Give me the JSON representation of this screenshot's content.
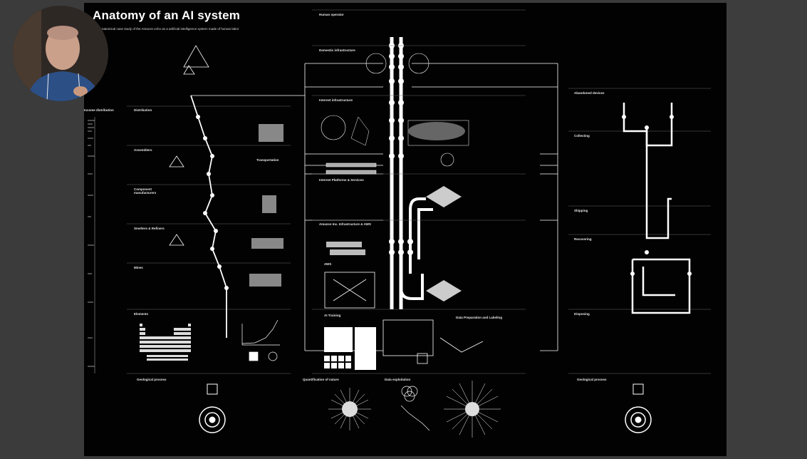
{
  "poster": {
    "title": "Anatomy of an AI system",
    "subtitle": "Anatomical case study of the Amazon echo as a artificial intelligence system made of human labor"
  },
  "sections": {
    "human_operator": "Human operator",
    "domestic_infrastructure": "Domestic infrastructure",
    "internet_infrastructure": "Internet infrastructure",
    "internet_platforms": "Internet Platforms & Services",
    "amazon_infra": "Amazon Inc. Infrastructure & AWS",
    "aws": "AWS",
    "ai_training": "AI Training",
    "data_prep": "Data Preparation and Labeling",
    "quantification": "Quantification of nature",
    "data_exploitation": "Data exploitation",
    "income_distribution": "Income distribution",
    "distribution": "Distribution",
    "assemblers": "Assemblers",
    "component_manufacturers": "Component manufacturers",
    "smelters_refiners": "Smelters & Refiners",
    "mines": "Mines",
    "elements": "Elements",
    "transportation": "Transportation",
    "geological_left": "Geological process",
    "geological_right": "Geological process",
    "abandoned_devices": "Abandoned devices",
    "collecting": "Collecting",
    "shipping": "Shipping",
    "recovering": "Recovering",
    "disposing": "Disposing"
  },
  "icons": {
    "webcam": "presenter-webcam",
    "brain": "brain-icon",
    "globe": "globe-icon"
  },
  "colors": {
    "background": "#020202",
    "frame": "#3b3b3b",
    "line": "#ffffff"
  }
}
